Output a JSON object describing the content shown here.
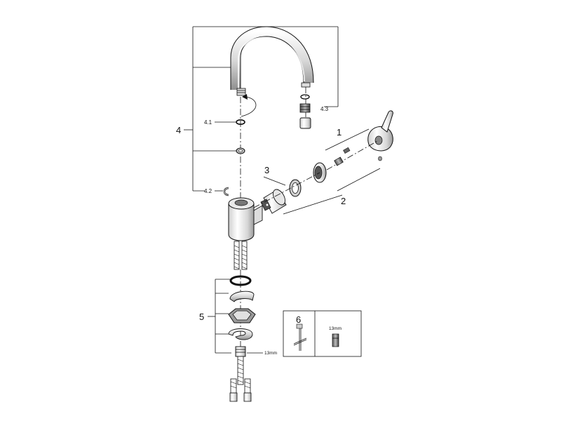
{
  "callouts": {
    "c1": "1",
    "c2": "2",
    "c3": "3",
    "c4": "4",
    "c4_1": "4.1",
    "c4_2": "4.2",
    "c4_3": "4.3",
    "c5": "5",
    "c6": "6"
  },
  "sizes": {
    "hose_nut": "13mm",
    "tool_nut": "13mm"
  }
}
